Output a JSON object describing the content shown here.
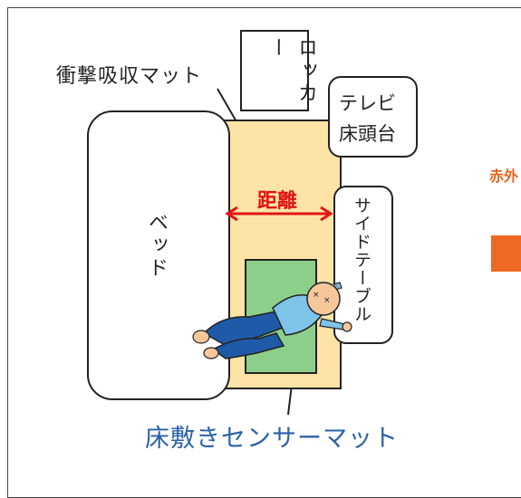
{
  "labels": {
    "impact_mat": "衝撃吸収マット",
    "locker": "ロッカー",
    "tv_stand_line1": "テレビ",
    "tv_stand_line2": "床頭台",
    "distance": "距離",
    "bed": "ベッド",
    "side_table": "サイドテーブル",
    "sensor_mat": "床敷きセンサーマット",
    "edge_text": "赤外"
  },
  "colors": {
    "impact_mat_fill": "#fde3a6",
    "sensor_mat_fill": "#8ccf8a",
    "distance_red": "#e01515",
    "sensor_label_blue": "#2a62a8",
    "edge_orange": "#ee6a22"
  }
}
